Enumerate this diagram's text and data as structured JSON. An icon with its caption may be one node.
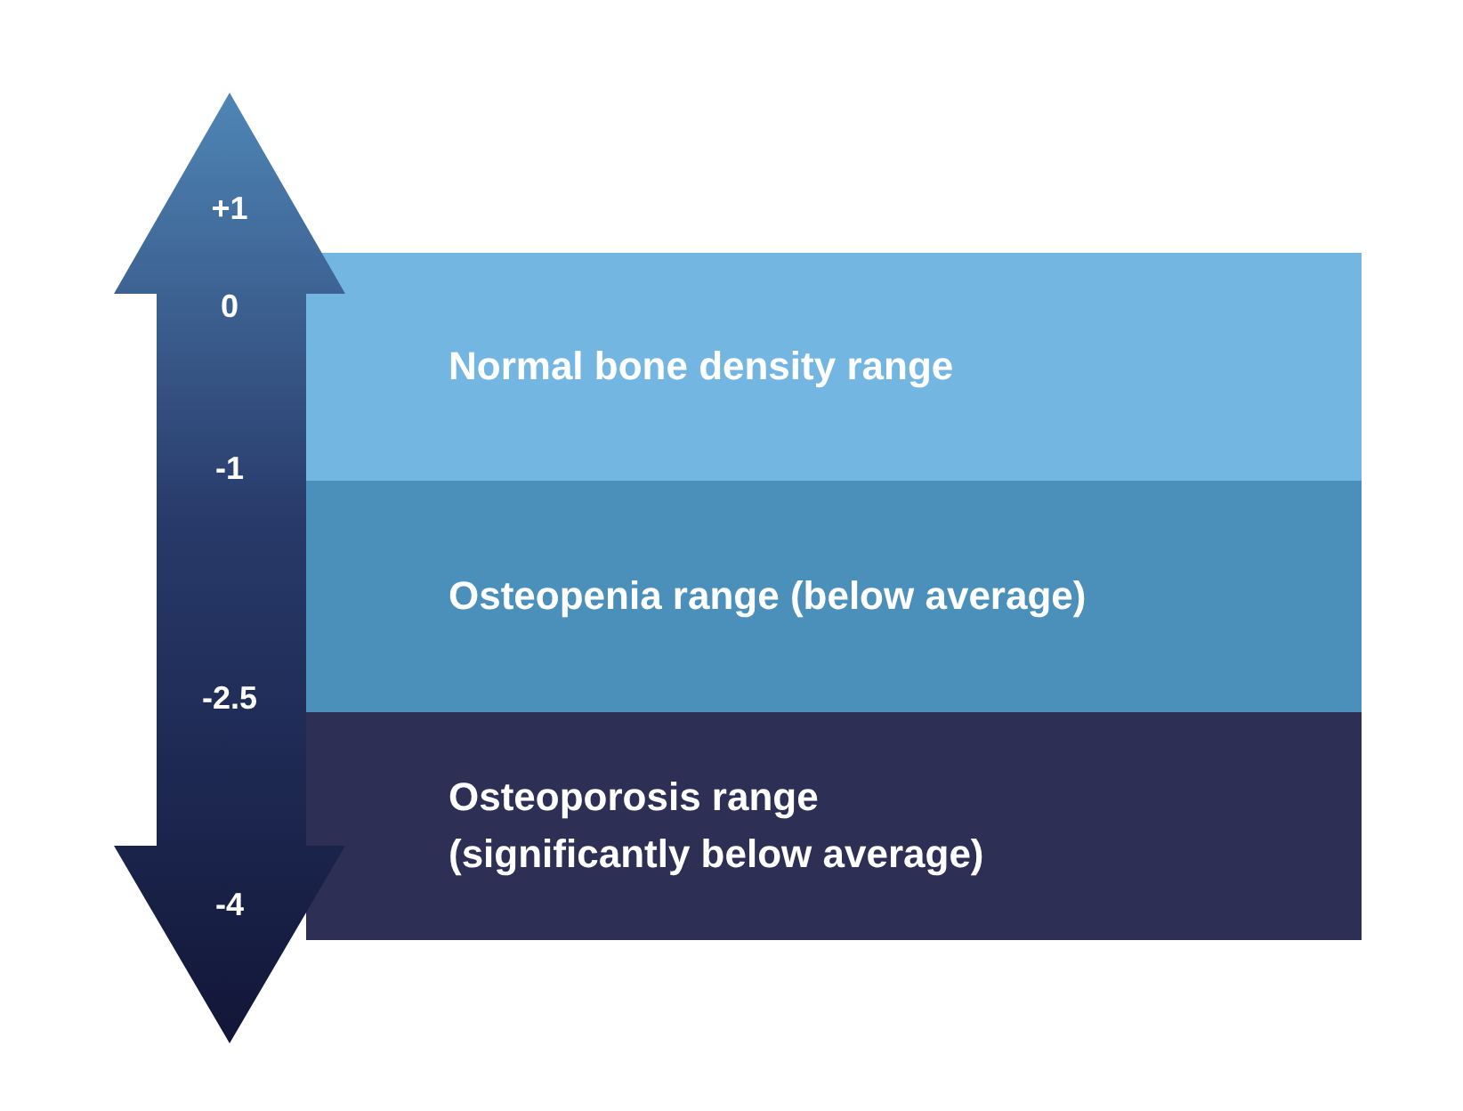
{
  "diagram": {
    "nodes": [
      {
        "text": [
          "Normal bone density range"
        ]
      },
      {
        "text": [
          "Osteopenia range (below average)"
        ]
      },
      {
        "text": [
          "Osteoporosis range (significantly below average)"
        ]
      }
    ],
    "labels": [
      "+1",
      "0",
      "-1",
      "-2.5",
      "-4"
    ]
  }
}
